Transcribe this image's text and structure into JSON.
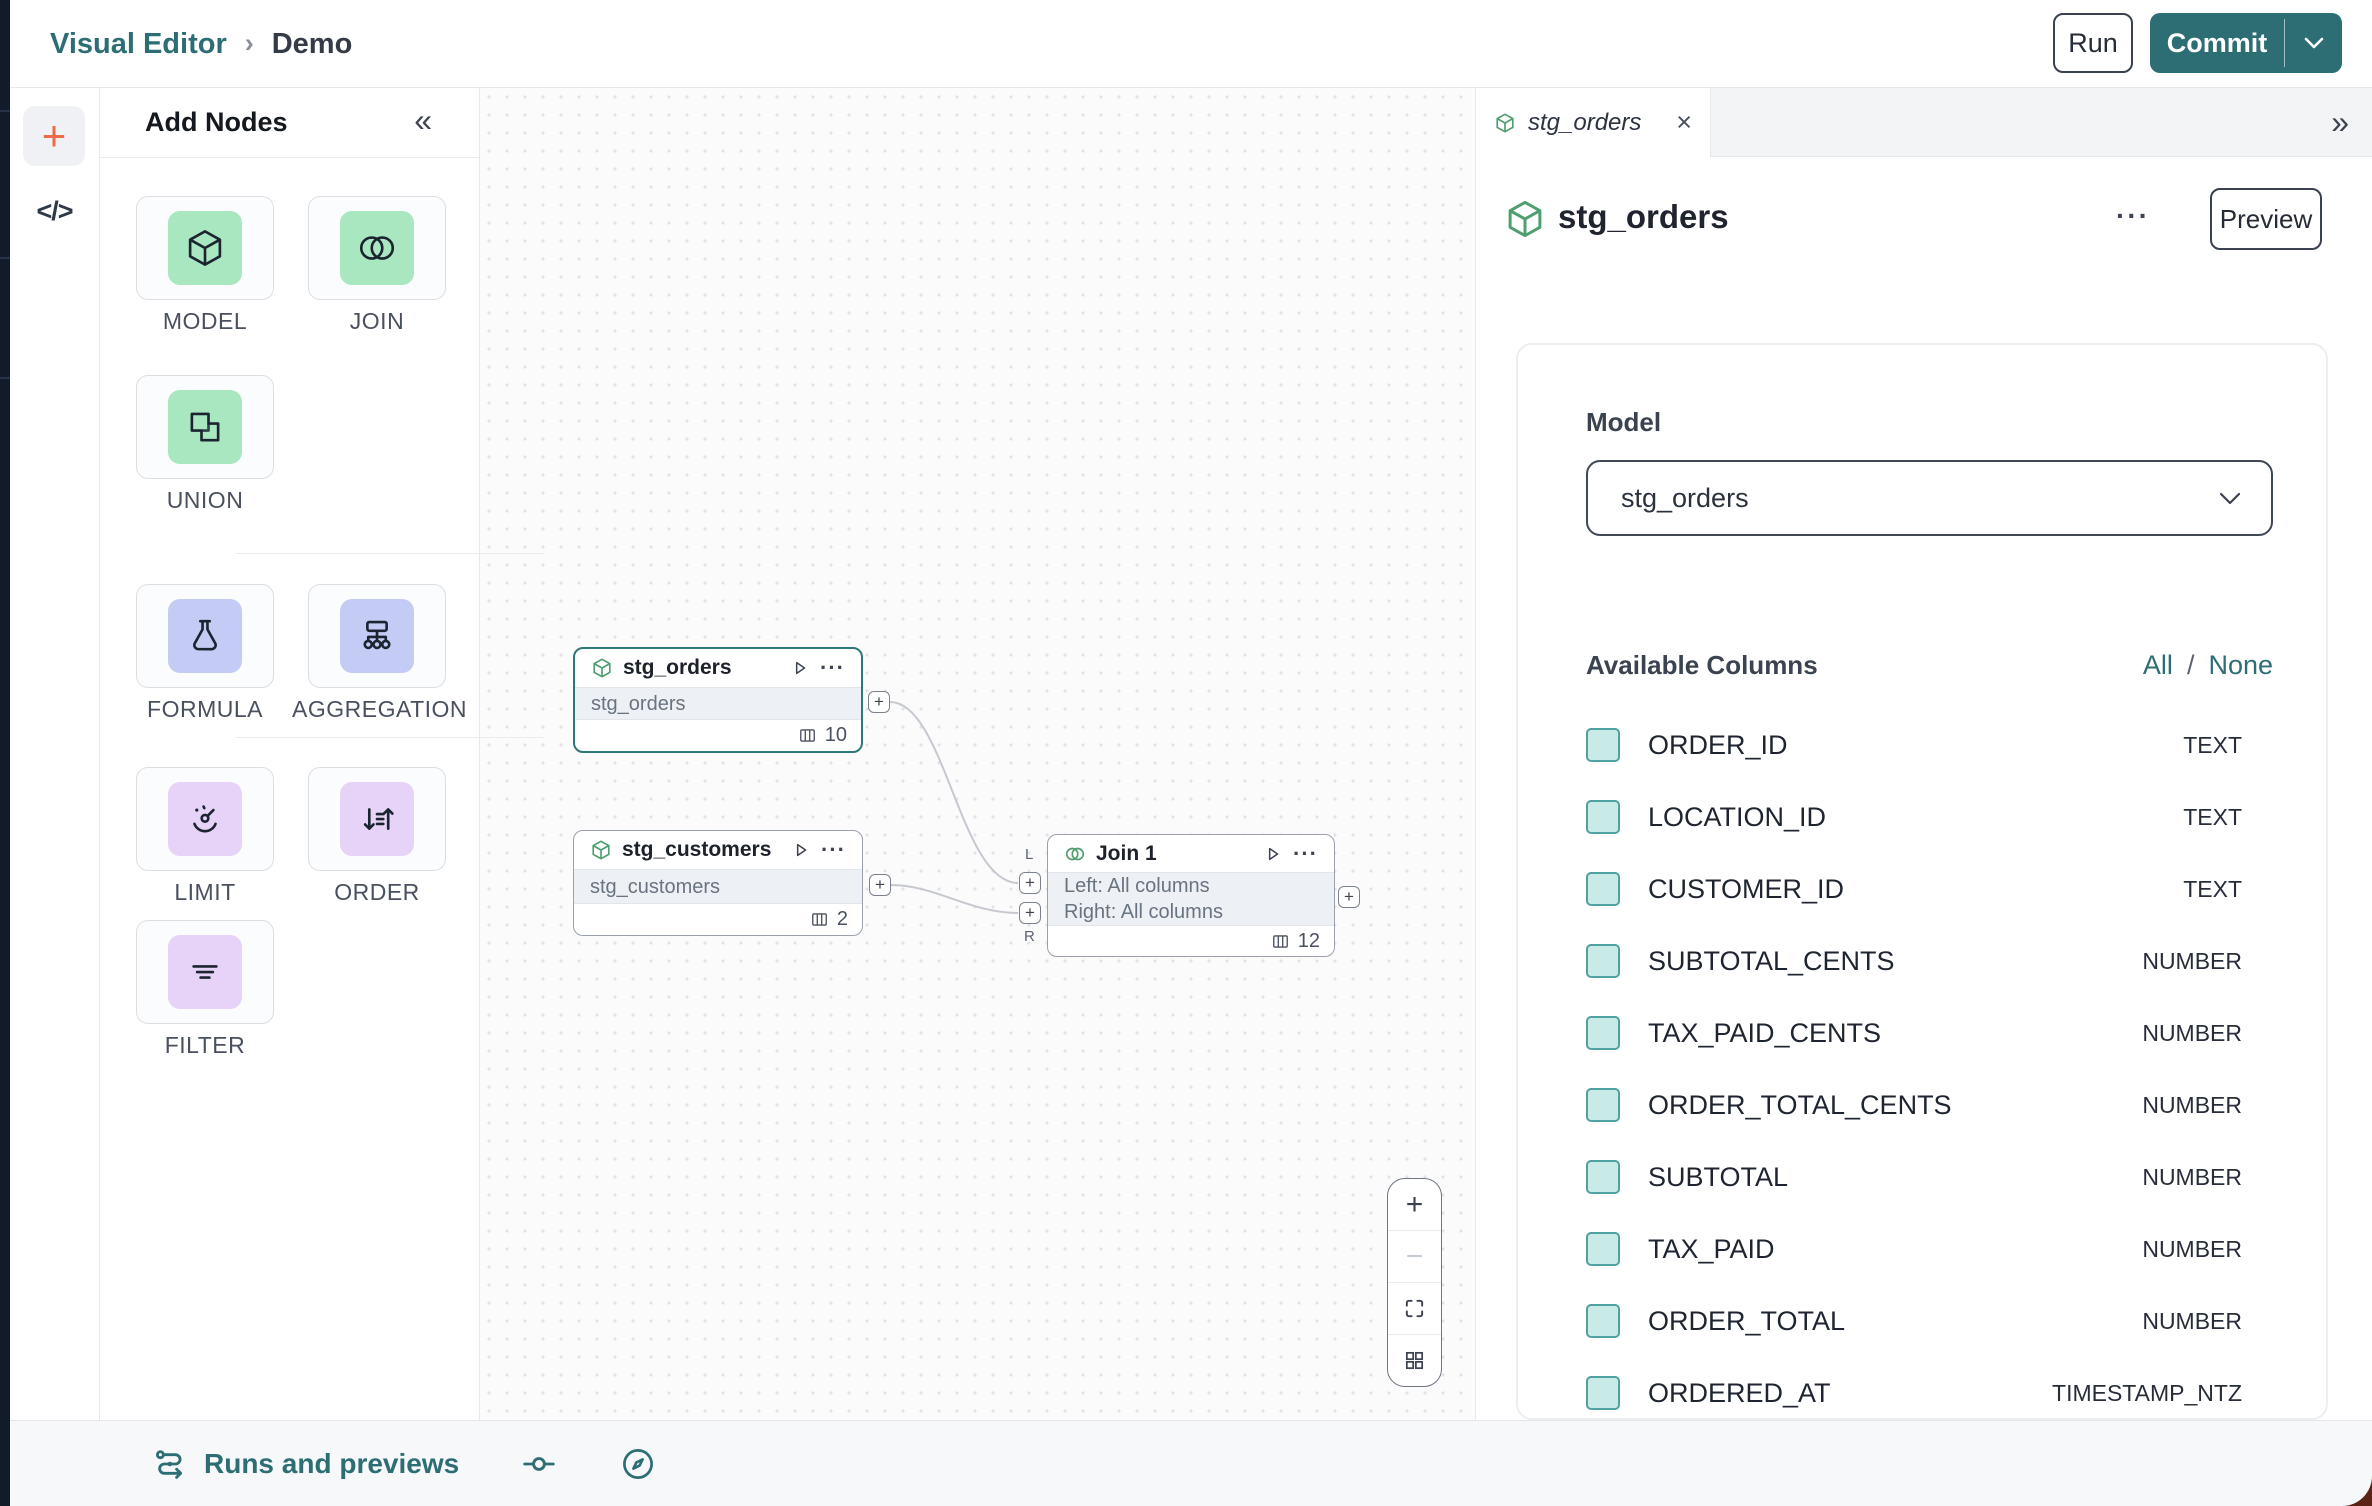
{
  "header": {
    "breadcrumb_root": "Visual Editor",
    "breadcrumb_separator": "›",
    "breadcrumb_current": "Demo",
    "run_label": "Run",
    "commit_label": "Commit"
  },
  "left_rail": {
    "add_glyph": "+",
    "code_glyph": "</>"
  },
  "add_nodes": {
    "title": "Add Nodes",
    "collapse_glyph": "«",
    "items": [
      {
        "label": "MODEL"
      },
      {
        "label": "JOIN"
      },
      {
        "label": "UNION"
      },
      {
        "label": "FORMULA"
      },
      {
        "label": "AGGREGATION"
      },
      {
        "label": "LIMIT"
      },
      {
        "label": "ORDER"
      },
      {
        "label": "FILTER"
      }
    ]
  },
  "canvas": {
    "plus": "+",
    "node_more_glyph": "···",
    "nodes": {
      "stg_orders": {
        "title": "stg_orders",
        "subtitle": "stg_orders",
        "column_count": "10"
      },
      "stg_customers": {
        "title": "stg_customers",
        "subtitle": "stg_customers",
        "column_count": "2"
      },
      "join": {
        "title": "Join 1",
        "line_left": "Left: All columns",
        "line_right": "Right: All columns",
        "column_count": "12",
        "left_port_label": "L",
        "right_port_label": "R"
      }
    },
    "zoom_controls": {
      "zoom_in": "+",
      "zoom_out": "−"
    }
  },
  "inspector": {
    "tab": {
      "label": "stg_orders",
      "close_glyph": "×",
      "expand_glyph": "»"
    },
    "title": "stg_orders",
    "more_glyph": "···",
    "preview_label": "Preview",
    "model_label": "Model",
    "model_value": "stg_orders",
    "available_columns_label": "Available Columns",
    "select_all_label": "All",
    "select_separator": "/",
    "select_none_label": "None",
    "columns": [
      {
        "name": "ORDER_ID",
        "type": "TEXT"
      },
      {
        "name": "LOCATION_ID",
        "type": "TEXT"
      },
      {
        "name": "CUSTOMER_ID",
        "type": "TEXT"
      },
      {
        "name": "SUBTOTAL_CENTS",
        "type": "NUMBER"
      },
      {
        "name": "TAX_PAID_CENTS",
        "type": "NUMBER"
      },
      {
        "name": "ORDER_TOTAL_CENTS",
        "type": "NUMBER"
      },
      {
        "name": "SUBTOTAL",
        "type": "NUMBER"
      },
      {
        "name": "TAX_PAID",
        "type": "NUMBER"
      },
      {
        "name": "ORDER_TOTAL",
        "type": "NUMBER"
      },
      {
        "name": "ORDERED_AT",
        "type": "TIMESTAMP_NTZ"
      }
    ]
  },
  "footer": {
    "runs_label": "Runs and previews"
  }
}
